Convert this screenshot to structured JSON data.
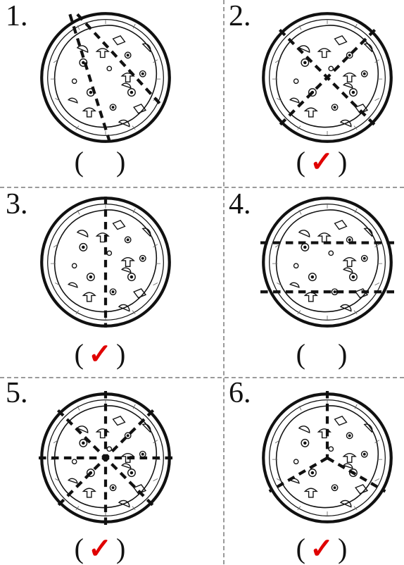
{
  "items": [
    {
      "number": "1.",
      "open": "(",
      "mark": "",
      "close": ")",
      "cuts": "two-offset-diagonals"
    },
    {
      "number": "2.",
      "open": "(",
      "mark": "✓",
      "close": ")",
      "cuts": "two-diagonals"
    },
    {
      "number": "3.",
      "open": "(",
      "mark": "✓",
      "close": ")",
      "cuts": "one-vertical-center"
    },
    {
      "number": "4.",
      "open": "(",
      "mark": "",
      "close": ")",
      "cuts": "two-horizontal"
    },
    {
      "number": "5.",
      "open": "(",
      "mark": "✓",
      "close": ")",
      "cuts": "four-through-center"
    },
    {
      "number": "6.",
      "open": "(",
      "mark": "✓",
      "close": ")",
      "cuts": "three-from-center"
    }
  ],
  "colors": {
    "check": "#e00000",
    "divider": "#9a9a9a",
    "ink": "#111111"
  }
}
